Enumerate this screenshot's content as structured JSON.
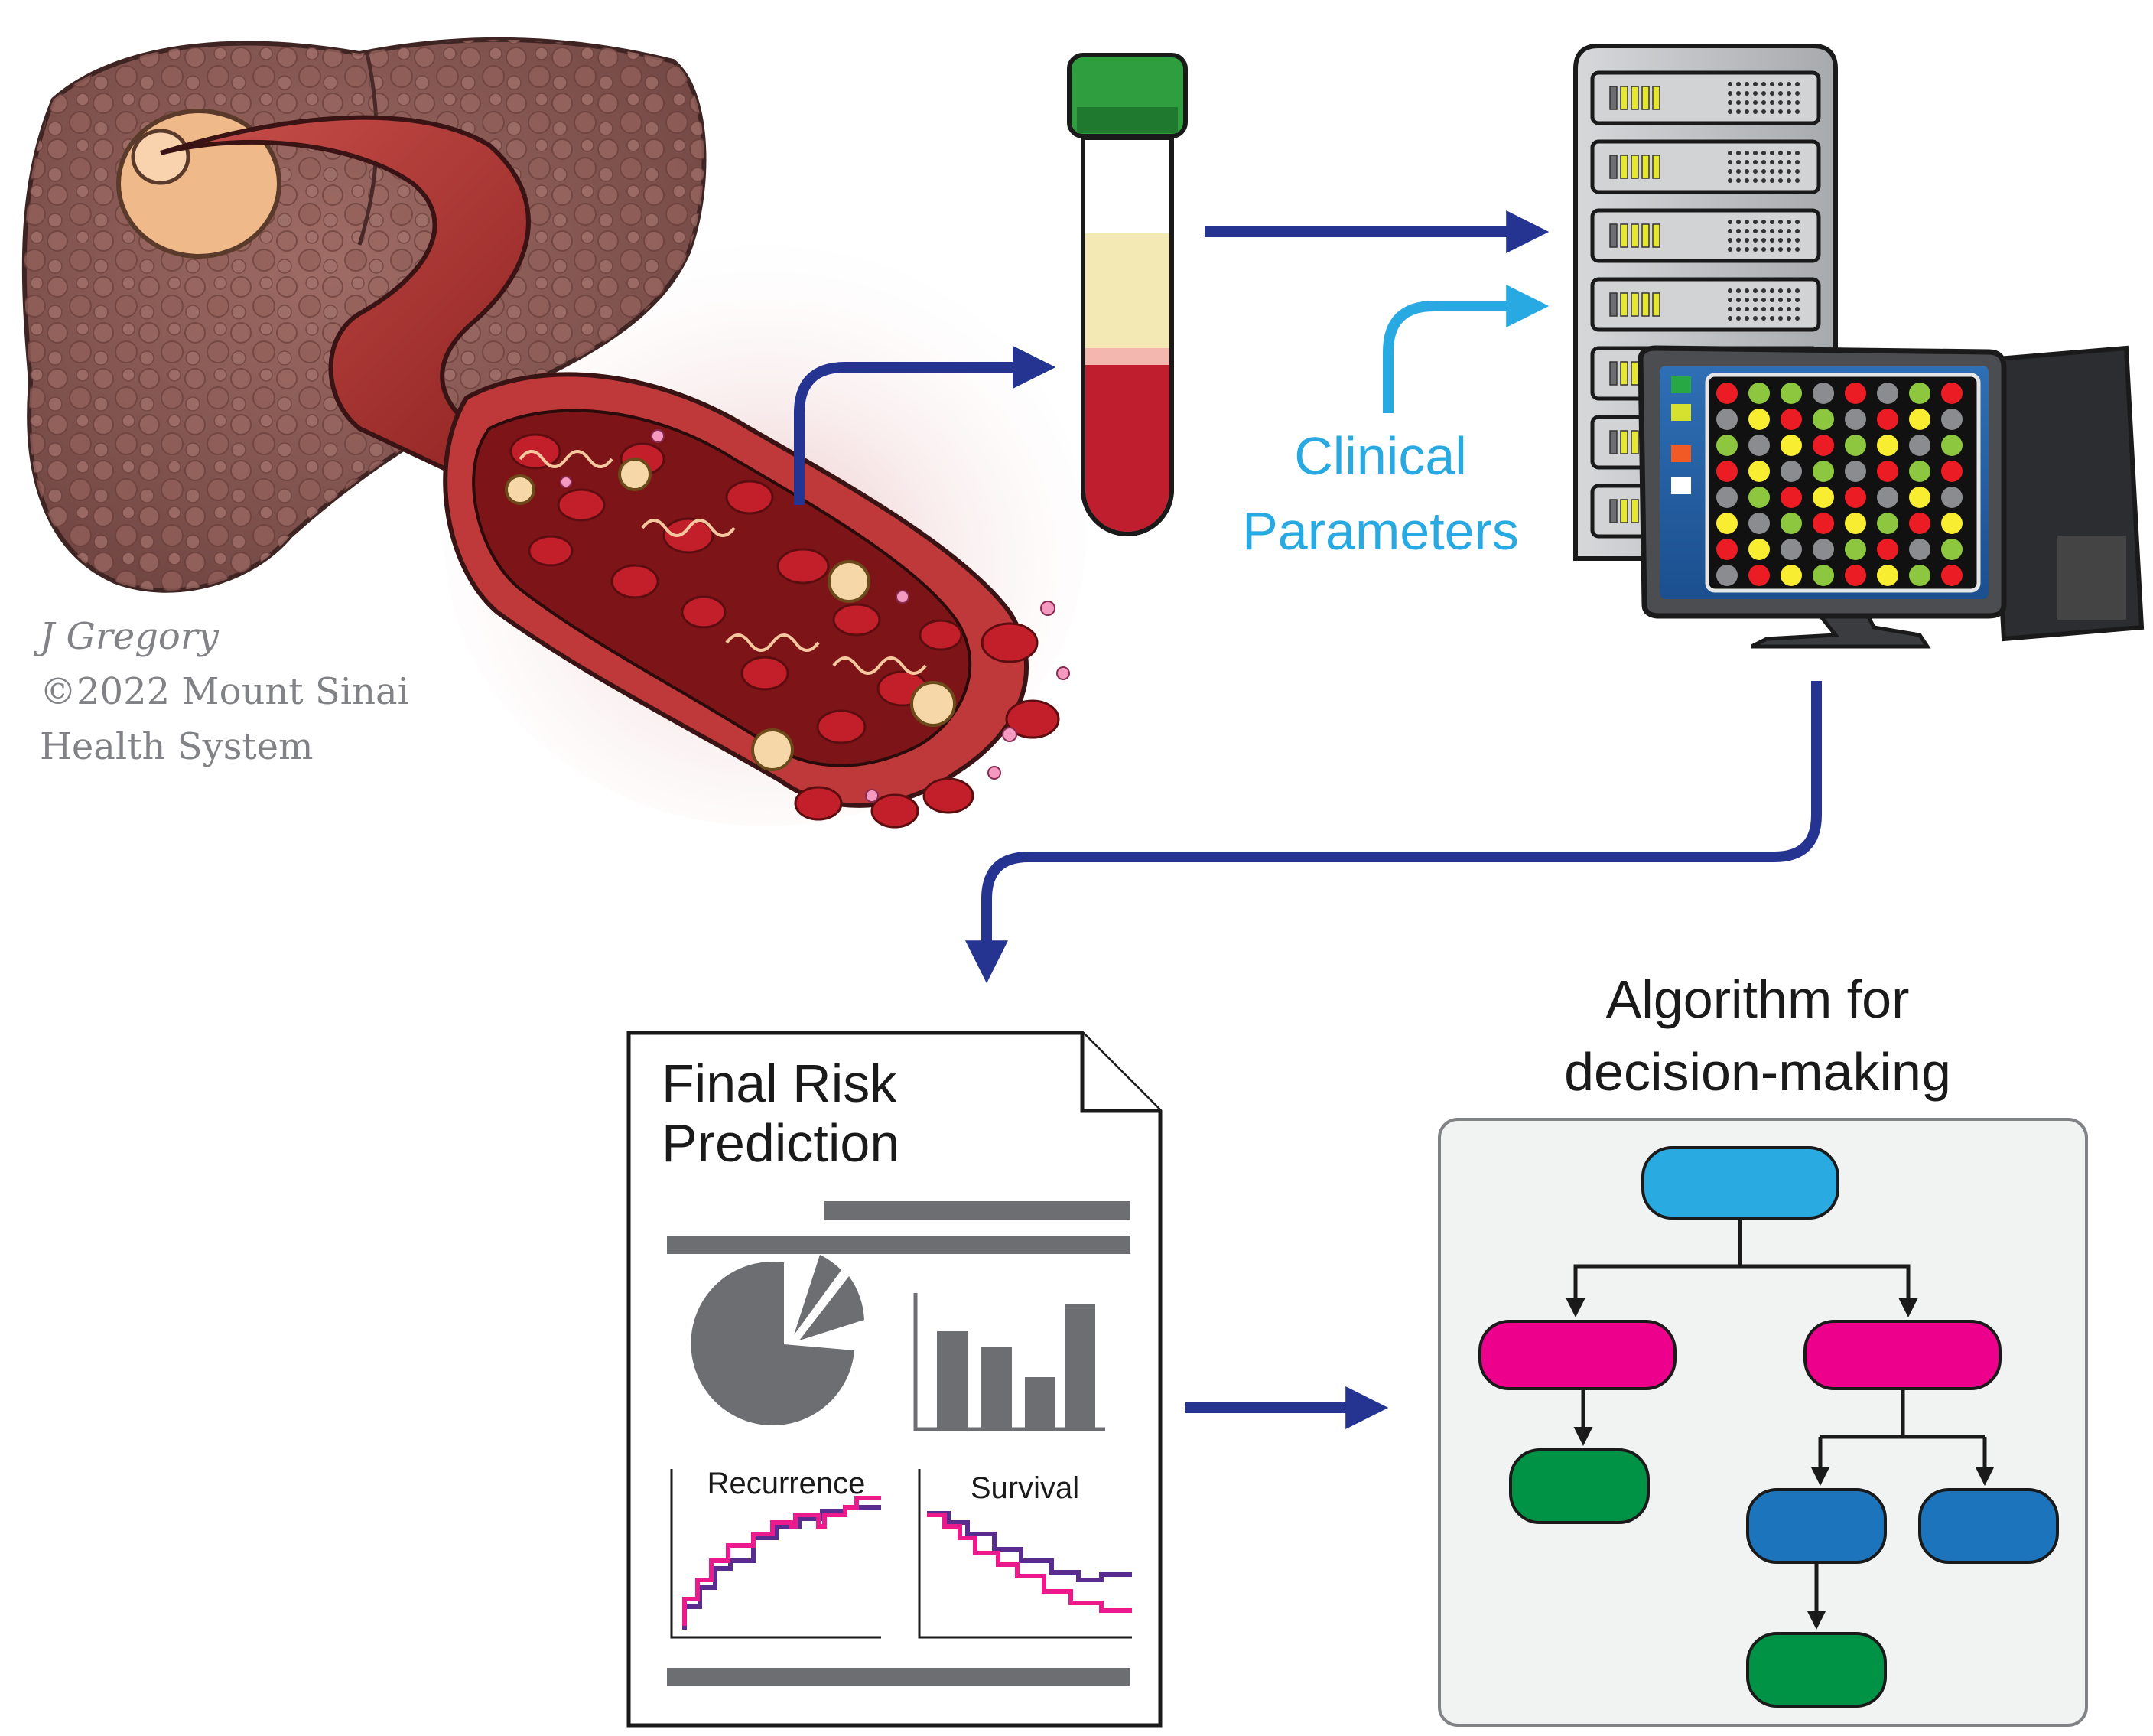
{
  "credit": {
    "author": "J Gregory",
    "copyright_line": "©2022 Mount Sinai",
    "copyright_line2": "Health System"
  },
  "clinical": {
    "line1": "Clinical",
    "line2": "Parameters"
  },
  "report": {
    "title_line1": "Final Risk",
    "title_line2": "Prediction",
    "recurrence_label": "Recurrence",
    "survival_label": "Survival"
  },
  "algorithm": {
    "title_line1": "Algorithm for",
    "title_line2": "decision-making"
  },
  "colors": {
    "arrow_dark": "#253391",
    "arrow_light": "#28a9e1",
    "node_top": "#29abe2",
    "node_magenta": "#ec008c",
    "node_green": "#009245",
    "node_blue": "#1c75bc",
    "doc_gray": "#6d6e71",
    "tube_cap": "#2e9e3f",
    "blood": "#be1e2d",
    "plasma": "#f3e9b5",
    "liver": "#8b5a55"
  },
  "icons": [
    "liver-illustration",
    "blood-vessel-illustration",
    "blood-tube-icon",
    "server-rack-icon",
    "computer-monitor-icon",
    "document-icon"
  ]
}
